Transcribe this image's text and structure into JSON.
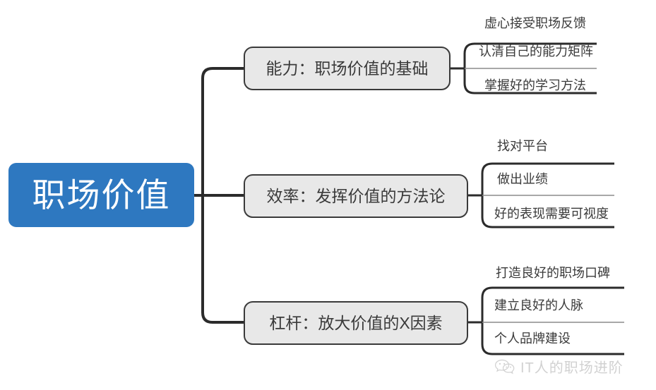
{
  "diagram": {
    "type": "mindmap",
    "root": {
      "label": "职场价值",
      "color": "#2E78C0",
      "text_color": "#ffffff"
    },
    "node_fill": "#E8E8E8",
    "node_border": "#3A3A3A",
    "branches": [
      {
        "label": "能力：职场价值的基础",
        "leaves": [
          "虚心接受职场反馈",
          "认清自己的能力矩阵",
          "掌握好的学习方法"
        ]
      },
      {
        "label": "效率：发挥价值的方法论",
        "leaves": [
          "找对平台",
          "做出业绩",
          "好的表现需要可视度"
        ]
      },
      {
        "label": "杠杆：放大价值的X因素",
        "leaves": [
          "打造良好的职场口碑",
          "建立良好的人脉",
          "个人品牌建设"
        ]
      }
    ]
  },
  "watermark": {
    "icon": "wechat-icon",
    "text": "IT人的职场进阶",
    "color": "#9A9A9A"
  }
}
